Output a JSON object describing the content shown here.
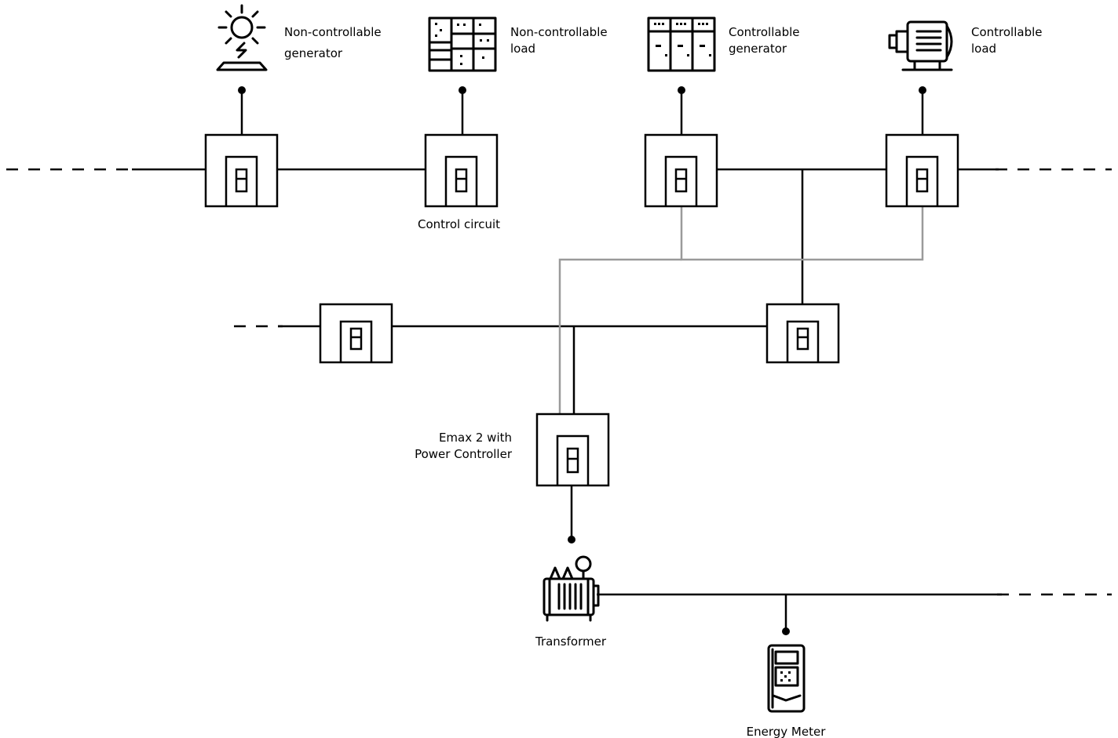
{
  "labels": {
    "non_controllable_generator": [
      "Non-controllable",
      "generator"
    ],
    "non_controllable_load": [
      "Non-controllable",
      "load"
    ],
    "controllable_generator": [
      "Controllable",
      "generator"
    ],
    "controllable_load": [
      "Controllable",
      "load"
    ],
    "control_circuit": "Control circuit",
    "emax": [
      "Emax 2 with",
      "Power Controller"
    ],
    "transformer": "Transformer",
    "energy_meter": "Energy Meter"
  },
  "colors": {
    "power_line": "#000000",
    "control_line": "#9a9a9a"
  },
  "icons": [
    "solar-panel-icon",
    "switchboard-icon",
    "generator-cabinet-icon",
    "motor-icon",
    "transformer-icon",
    "energy-meter-icon",
    "breaker-icon"
  ]
}
